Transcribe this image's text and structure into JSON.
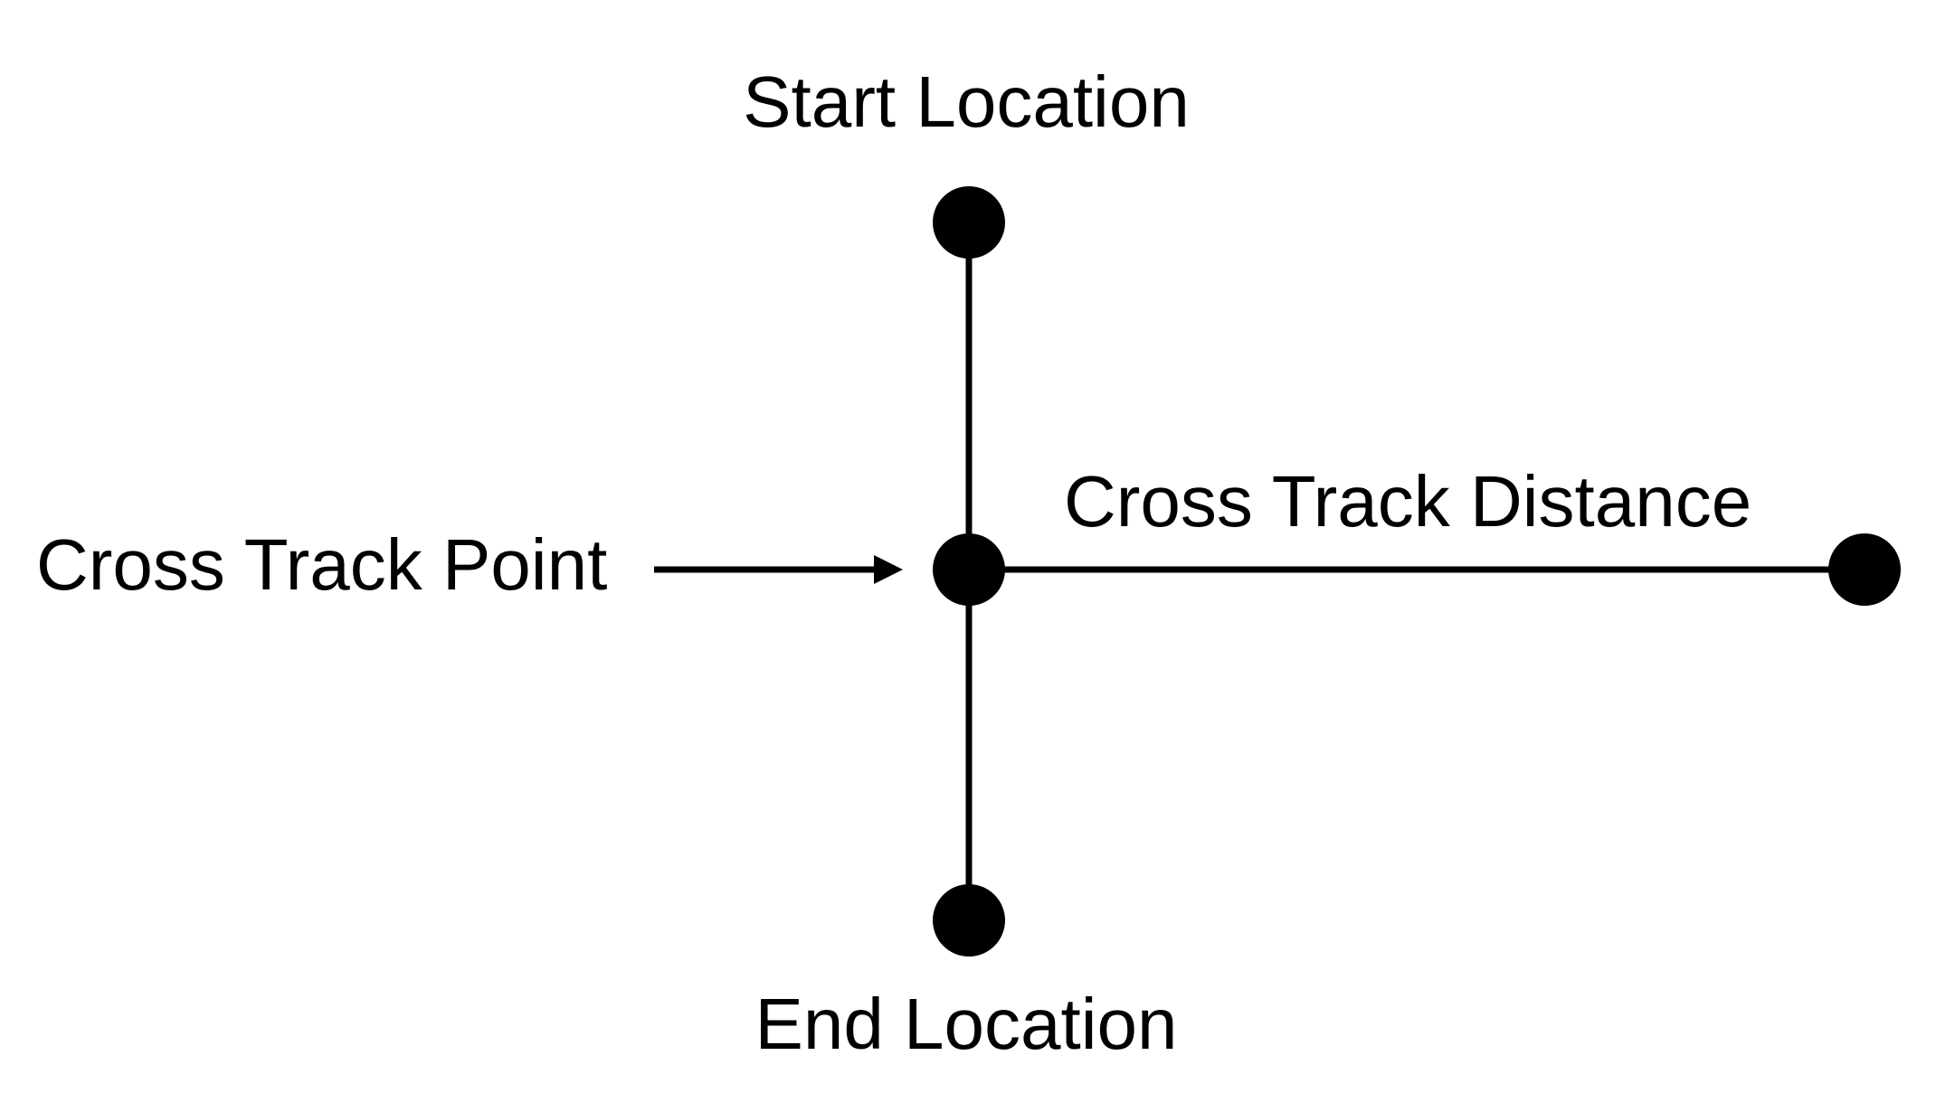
{
  "labels": {
    "start": "Start Location",
    "end": "End Location",
    "cross_track_point": "Cross Track Point",
    "cross_track_distance": "Cross Track Distance"
  },
  "colors": {
    "background": "#ffffff",
    "stroke": "#000000",
    "node_fill": "#000000"
  }
}
